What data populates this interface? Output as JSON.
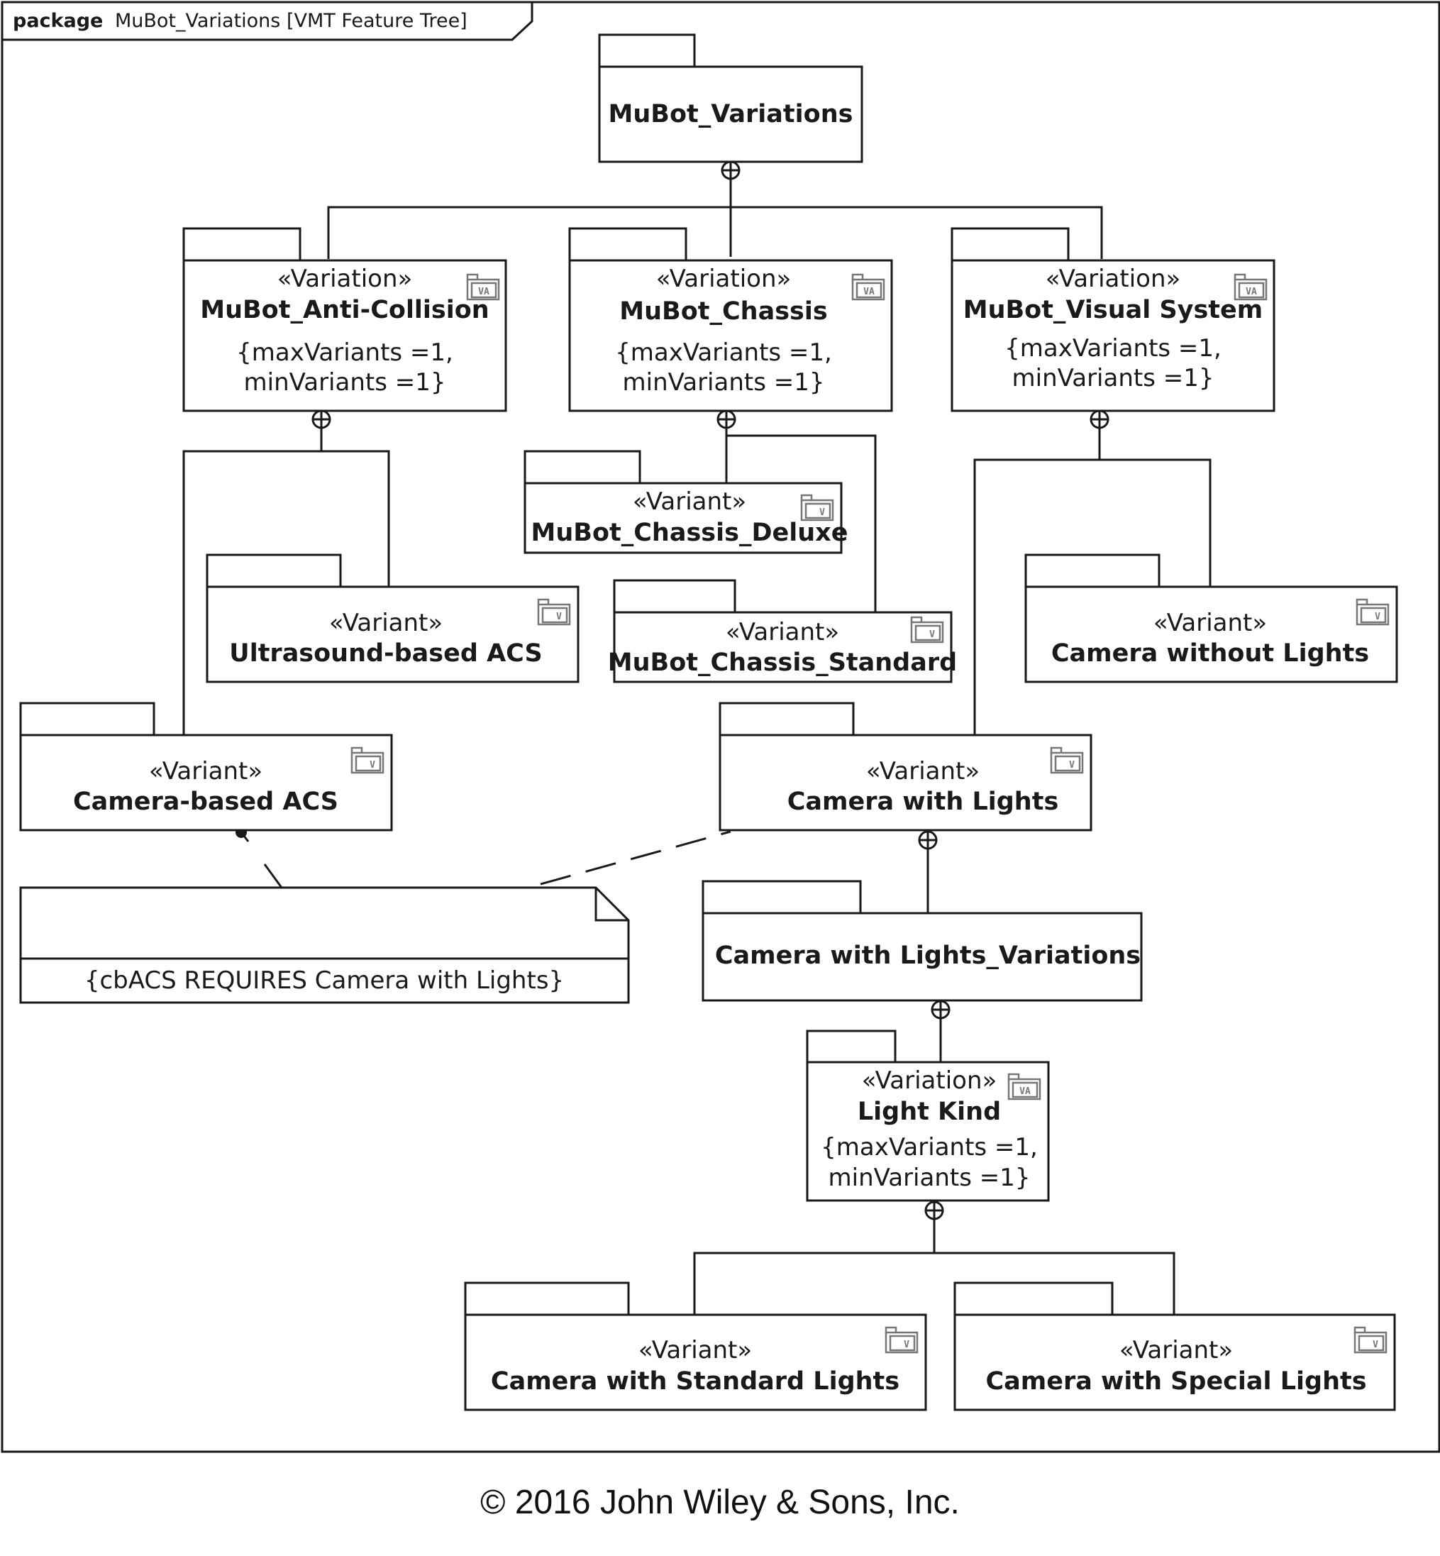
{
  "frame": {
    "keyword": "package",
    "name": "MuBot_Variations [VMT Feature Tree]"
  },
  "root": {
    "name": "MuBot_Variations"
  },
  "anti_collision": {
    "stereotype": "«Variation»",
    "name": "MuBot_Anti-Collision",
    "constraint_line1": "{maxVariants =1,",
    "constraint_line2": "minVariants =1}",
    "icon": "VA"
  },
  "chassis": {
    "stereotype": "«Variation»",
    "name": "MuBot_Chassis",
    "constraint_line1": "{maxVariants =1,",
    "constraint_line2": "minVariants =1}",
    "icon": "VA"
  },
  "visual_system": {
    "stereotype": "«Variation»",
    "name": "MuBot_Visual System",
    "constraint_line1": "{maxVariants =1,",
    "constraint_line2": "minVariants =1}",
    "icon": "VA"
  },
  "chassis_deluxe": {
    "stereotype": "«Variant»",
    "name": "MuBot_Chassis_Deluxe",
    "icon": "V"
  },
  "chassis_standard": {
    "stereotype": "«Variant»",
    "name": "MuBot_Chassis_Standard",
    "icon": "V"
  },
  "ultrasound_acs": {
    "stereotype": "«Variant»",
    "name": "Ultrasound-based ACS",
    "icon": "V"
  },
  "camera_acs": {
    "stereotype": "«Variant»",
    "name": "Camera-based ACS",
    "icon": "V"
  },
  "camera_without_lights": {
    "stereotype": "«Variant»",
    "name": "Camera without Lights",
    "icon": "V"
  },
  "camera_with_lights": {
    "stereotype": "«Variant»",
    "name": "Camera with Lights",
    "icon": "V"
  },
  "camera_lights_variations": {
    "name": "Camera with Lights_Variations"
  },
  "light_kind": {
    "stereotype": "«Variation»",
    "name": "Light Kind",
    "constraint_line1": "{maxVariants =1,",
    "constraint_line2": "minVariants =1}",
    "icon": "VA"
  },
  "standard_lights": {
    "stereotype": "«Variant»",
    "name": "Camera with Standard Lights",
    "icon": "V"
  },
  "special_lights": {
    "stereotype": "«Variant»",
    "name": "Camera with Special Lights",
    "icon": "V"
  },
  "note": {
    "text": "{cbACS REQUIRES Camera with Lights}"
  },
  "copyright": "© 2016 John Wiley & Sons, Inc."
}
